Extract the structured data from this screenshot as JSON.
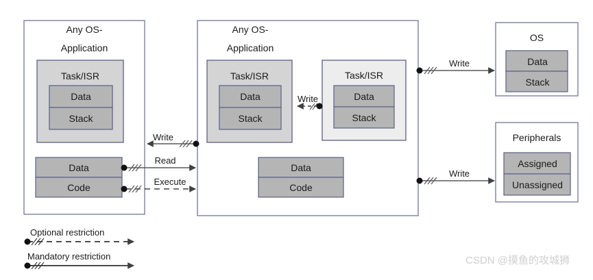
{
  "diagram": {
    "type": "memory-protection-block-diagram",
    "colors": {
      "box_border": "#7b7fa3",
      "outer_fill": "#ffffff",
      "task_container_fill_dark": "#d4d4d4",
      "task_container_fill_light": "#ededed",
      "cell_fill": "#b5b5b5",
      "cell_border": "#5a5f85",
      "arrow": "#595959",
      "dot": "#111111",
      "text": "#1a1a1a",
      "watermark": "#cfcfcf"
    },
    "containers": [
      {
        "id": "left-app",
        "title_line1": "Any OS-",
        "title_line2": "Application",
        "task_boxes": [
          {
            "id": "left-task",
            "title": "Task/ISR",
            "shade": "dark",
            "cells": [
              "Data",
              "Stack"
            ]
          }
        ],
        "memory_box": {
          "id": "left-memory",
          "cells": [
            "Data",
            "Code"
          ]
        }
      },
      {
        "id": "middle-app",
        "title_line1": "Any OS-",
        "title_line2": "Application",
        "task_boxes": [
          {
            "id": "middle-task-a",
            "title": "Task/ISR",
            "shade": "dark",
            "cells": [
              "Data",
              "Stack"
            ]
          },
          {
            "id": "middle-task-b",
            "title": "Task/ISR",
            "shade": "light",
            "cells": [
              "Data",
              "Stack"
            ]
          }
        ],
        "memory_box": {
          "id": "middle-memory",
          "cells": [
            "Data",
            "Code"
          ]
        }
      },
      {
        "id": "os",
        "title_line1": "OS",
        "title_line2": "",
        "task_boxes": [],
        "memory_box": {
          "id": "os-memory",
          "cells": [
            "Data",
            "Stack"
          ]
        }
      },
      {
        "id": "peripherals",
        "title_line1": "Peripherals",
        "title_line2": "",
        "task_boxes": [],
        "memory_box": {
          "id": "peripherals-memory",
          "cells": [
            "Assigned",
            "Unassigned"
          ]
        }
      }
    ],
    "edges": [
      {
        "id": "edge-write-left",
        "label": "Write",
        "style": "solid",
        "direction": "right-to-left",
        "from": "middle-app",
        "to": "left-app-task"
      },
      {
        "id": "edge-read-left",
        "label": "Read",
        "style": "solid",
        "direction": "left-to-right",
        "from": "left-memory",
        "to": "middle-app"
      },
      {
        "id": "edge-execute-left",
        "label": "Execute",
        "style": "dashed",
        "direction": "left-to-right",
        "from": "left-memory",
        "to": "middle-app"
      },
      {
        "id": "edge-write-inner",
        "label": "Write",
        "style": "dashed",
        "direction": "right-to-left",
        "from": "middle-task-b",
        "to": "middle-task-a"
      },
      {
        "id": "edge-write-os",
        "label": "Write",
        "style": "solid",
        "direction": "left-to-right",
        "from": "middle-app",
        "to": "os"
      },
      {
        "id": "edge-write-peripherals",
        "label": "Write",
        "style": "solid",
        "direction": "left-to-right",
        "from": "middle-app",
        "to": "peripherals"
      }
    ],
    "legend": [
      {
        "id": "legend-optional",
        "label": "Optional restriction",
        "style": "dashed"
      },
      {
        "id": "legend-mandatory",
        "label": "Mandatory restriction",
        "style": "solid"
      }
    ],
    "watermark": "CSDN @摸鱼的攻城狮"
  }
}
